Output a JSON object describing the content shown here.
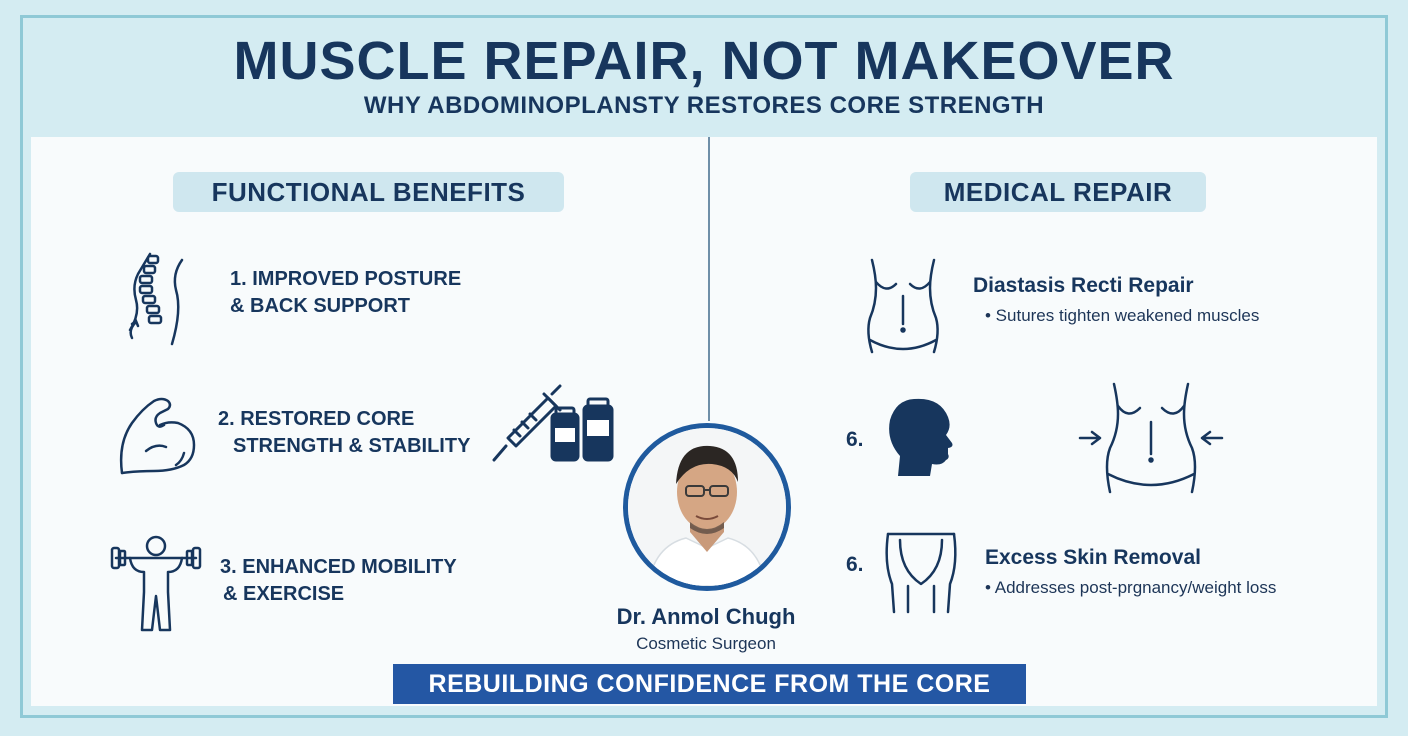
{
  "header": {
    "title": "MUSCLE REPAIR, NOT MAKEOVER",
    "subtitle": "WHY ABDOMINOPLANSTY RESTORES CORE STRENGTH"
  },
  "functional": {
    "heading": "FUNCTIONAL BENEFITS",
    "items": [
      {
        "line1": "1. IMPROVED POSTURE",
        "line2": "& BACK SUPPORT",
        "icon": "spine-icon"
      },
      {
        "line1": "2. RESTORED CORE",
        "line2": "STRENGTH & STABILITY",
        "icon": "flexed-arm-icon"
      },
      {
        "line1": "3. ENHANCED MOBILITY",
        "line2": "& EXERCISE",
        "icon": "weightlifter-icon"
      }
    ]
  },
  "medical": {
    "heading": "MEDICAL REPAIR",
    "items": [
      {
        "title": "Diastasis Recti Repair",
        "desc": "• Sutures tighten weakened muscles",
        "icon": "torso-icon"
      },
      {
        "number": "6.",
        "icon": "head-silhouette-icon"
      },
      {
        "number": "6.",
        "title": "Excess Skin Removal",
        "desc": "• Addresses post-prgnancy/weight loss",
        "icon": "lower-abdomen-icon"
      }
    ]
  },
  "doctor": {
    "name": "Dr. Anmol Chugh",
    "role": "Cosmetic Surgeon"
  },
  "banner": {
    "text": "REBUILDING CONFIDENCE FROM THE CORE"
  },
  "colors": {
    "background": "#d4ecf2",
    "navy": "#17365d",
    "banner": "#2457a4",
    "header_pill": "#cfe7ef"
  }
}
